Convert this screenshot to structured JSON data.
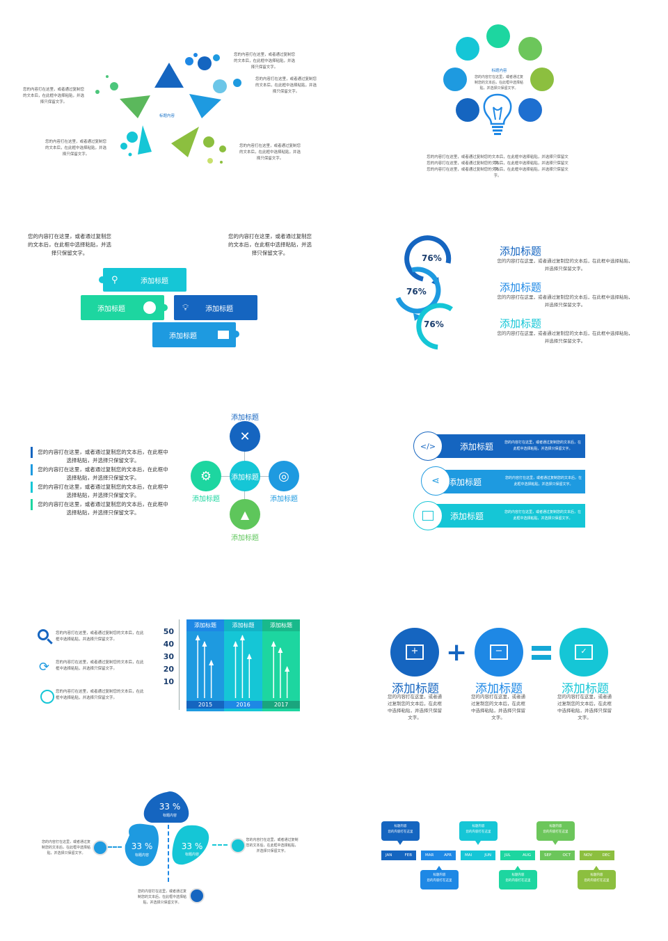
{
  "colors": {
    "blue_dark": "#1565c0",
    "blue": "#1e88e5",
    "sky": "#0aa0dc",
    "cyan": "#15c6d6",
    "teal": "#1dd6a0",
    "green": "#4cc67b",
    "lime": "#8cbf3f"
  },
  "s1": {
    "center": "标题内容",
    "t_top": "您的内容打在这里，或者通过复制您的文本后，在此框中选择粘贴，并选择只保留文字。",
    "t_left": "您的内容打在这里，或者通过复制您的文本后，在此框中选择粘贴，并选择只保留文字。",
    "t_right": "您的内容打在这里，或者通过复制您的文本后，在此框中选择粘贴，并选择只保留文字。",
    "t_bl": "您的内容打在这里，或者通过复制您的文本后，在此框中选择粘贴，并选择只保留文字。",
    "t_br": "您的内容打在这里，或者通过复制您的文本后，在此框中选择粘贴，并选择只保留文字。"
  },
  "s2": {
    "center_title": "标题内容",
    "center_text": "您的内容打在这里，或者通过复制您的文本后，在此框中选择粘贴，并选择只保留文字。",
    "bottom1": "您的内容打在这里，或者通过复制您的文本后，在此框中选择粘贴，并选择只保留文字。",
    "bottom2": "您的内容打在这里，或者通过复制您的文本后，在此框中选择粘贴，并选择只保留文字。",
    "bottom3": "您的内容打在这里，或者通过复制您的文本后，在此框中选择粘贴，并选择只保留文字。"
  },
  "s3": {
    "text_left": "您的内容打在这里，或者通过复制您的文本后，在此框中选择粘贴，并选择只保留文字。",
    "text_right": "您的内容打在这里，或者通过复制您的文本后，在此框中选择粘贴，并选择只保留文字。",
    "b1": "添加标题",
    "b2": "添加标题",
    "b3": "添加标题",
    "b4": "添加标题"
  },
  "s4": {
    "p1": "76%",
    "p2": "76%",
    "p3": "76%",
    "h1": "添加标题",
    "d1": "您的内容打在这里，或者通过复制您的文本后，在此框中选择粘贴，并选择只保留文字。",
    "h2": "添加标题",
    "d2": "您的内容打在这里，或者通过复制您的文本后，在此框中选择粘贴，并选择只保留文字。",
    "h3": "添加标题",
    "d3": "您的内容打在这里，或者通过复制您的文本后，在此框中选择粘贴，并选择只保留文字。"
  },
  "s5": {
    "items": [
      "您的内容打在这里，或者通过复制您的文本后，在此框中选择粘贴，并选择只保留文字。",
      "您的内容打在这里，或者通过复制您的文本后，在此框中选择粘贴，并选择只保留文字。",
      "您的内容打在这里，或者通过复制您的文本后，在此框中选择粘贴，并选择只保留文字。",
      "您的内容打在这里，或者通过复制您的文本后，在此框中选择粘贴，并选择只保留文字。"
    ],
    "center": "添加标题",
    "top": "添加标题",
    "left": "添加标题",
    "right": "添加标题",
    "bottom": "添加标题"
  },
  "s6": {
    "rows": [
      {
        "title": "添加标题",
        "text": "您的内容打在这里，或者通过复制您的文本后，在此框中选择粘贴，并选择只保留文字。"
      },
      {
        "title": "添加标题",
        "text": "您的内容打在这里，或者通过复制您的文本后，在此框中选择粘贴，并选择只保留文字。"
      },
      {
        "title": "添加标题",
        "text": "您的内容打在这里，或者通过复制您的文本后，在此框中选择粘贴，并选择只保留文字。"
      }
    ]
  },
  "s7": {
    "items": [
      "您的内容打在这里，或者通过复制您的文本后，在此框中选择粘贴，并选择只保留文字。",
      "您的内容打在这里，或者通过复制您的文本后，在此框中选择粘贴，并选择只保留文字。",
      "您的内容打在这里，或者通过复制您的文本后，在此框中选择粘贴，并选择只保留文字。"
    ]
  },
  "chart_data": {
    "type": "bar",
    "categories": [
      "2015",
      "2016",
      "2017"
    ],
    "column_titles": [
      "添加标题",
      "添加标题",
      "添加标题"
    ],
    "yticks": [
      "50",
      "40",
      "30",
      "20",
      "10"
    ],
    "ylim": [
      0,
      60
    ],
    "series": [
      {
        "values": [
          50,
          45,
          45
        ]
      },
      {
        "values": [
          45,
          50,
          40
        ]
      },
      {
        "values": [
          30,
          35,
          25
        ]
      }
    ]
  },
  "s8": {
    "h1": "添加标题",
    "d1": "您的内容打在这里，或者通过复制您的文本后，在此框中选择粘贴，并选择只保留文字。",
    "h2": "添加标题",
    "d2": "您的内容打在这里，或者通过复制您的文本后，在此框中选择粘贴，并选择只保留文字。",
    "h3": "添加标题",
    "d3": "您的内容打在这里，或者通过复制您的文本后，在此框中选择粘贴，并选择只保留文字。"
  },
  "s9": {
    "p_top": "33 %",
    "p_left": "33 %",
    "p_right": "33 %",
    "sub_top": "标题内容",
    "sub_left": "标题内容",
    "sub_right": "标题内容",
    "t_left": "您的内容打在这里，或者通过复制您的文本后，在此框中选择粘贴，并选择只保留文字。",
    "t_right": "您的内容打在这里，或者通过复制您的文本后，在此框中选择粘贴，并选择只保留文字。",
    "t_bottom": "您的内容打在这里，或者通过复制您的文本后，在此框中选择粘贴，并选择只保留文字。"
  },
  "s10": {
    "months": [
      "JAN",
      "FEB",
      "MAR",
      "APR",
      "MAI",
      "JUN",
      "JUL",
      "AUG",
      "SEP",
      "OCT",
      "NOV",
      "DEC"
    ],
    "bubble_title": "标题内容",
    "bubble_text": "您的内容打在这里"
  }
}
